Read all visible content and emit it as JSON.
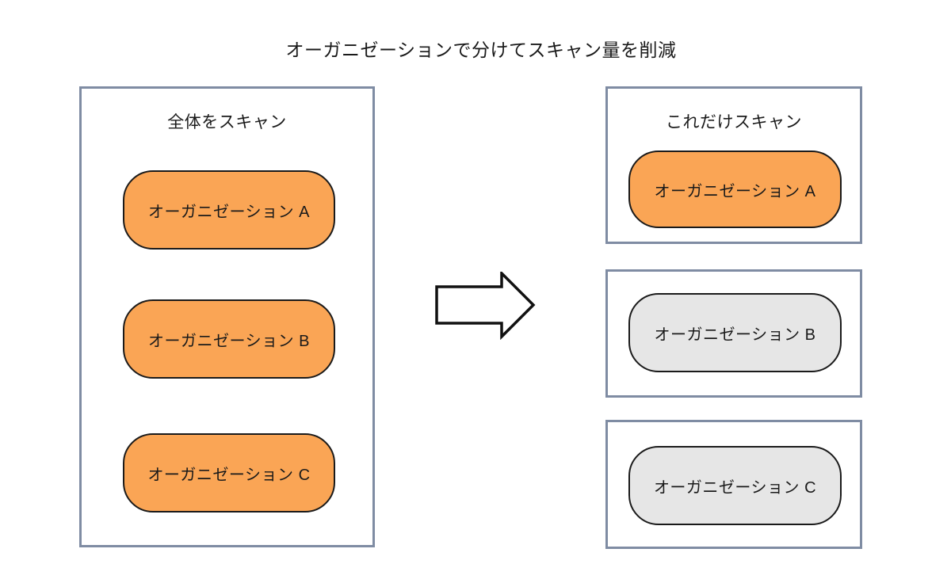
{
  "title": "オーガニゼーションで分けてスキャン量を削減",
  "left_panel": {
    "header": "全体をスキャン",
    "items": [
      {
        "label": "オーガニゼーション A",
        "variant": "orange"
      },
      {
        "label": "オーガニゼーション B",
        "variant": "orange"
      },
      {
        "label": "オーガニゼーション C",
        "variant": "orange"
      }
    ]
  },
  "arrow": {
    "icon": "right-arrow-icon",
    "direction": "right"
  },
  "right_panels": [
    {
      "header": "これだけスキャン",
      "item": {
        "label": "オーガニゼーション A",
        "variant": "orange"
      }
    },
    {
      "header": "",
      "item": {
        "label": "オーガニゼーション B",
        "variant": "gray"
      }
    },
    {
      "header": "",
      "item": {
        "label": "オーガニゼーション C",
        "variant": "gray"
      }
    }
  ],
  "colors": {
    "orange_fill": "#FAA555",
    "gray_fill": "#E6E6E6",
    "box_border": "#7F8CA3",
    "pill_border": "#1A1A1A",
    "text": "#1A1A1A"
  }
}
